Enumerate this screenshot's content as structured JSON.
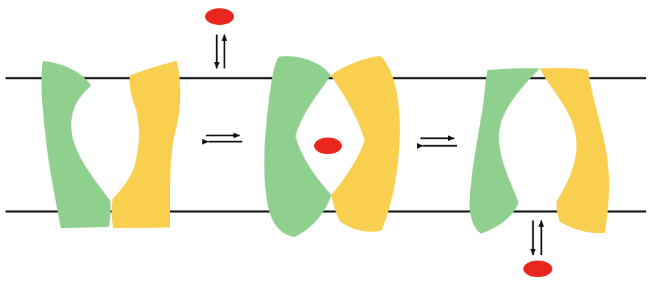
{
  "diagram": {
    "type": "membrane-transport-cycle",
    "states": [
      {
        "id": "outward-open",
        "ligand_position": "extracellular"
      },
      {
        "id": "occluded",
        "ligand_position": "inside-transporter"
      },
      {
        "id": "inward-open",
        "ligand_position": "intracellular"
      }
    ],
    "colors": {
      "background": "#ffffff",
      "membrane_line": "#111111",
      "green_domain": "#8fd08f",
      "yellow_domain": "#f9cf4f",
      "ligand": "#e8261d",
      "arrow": "#111111"
    }
  }
}
